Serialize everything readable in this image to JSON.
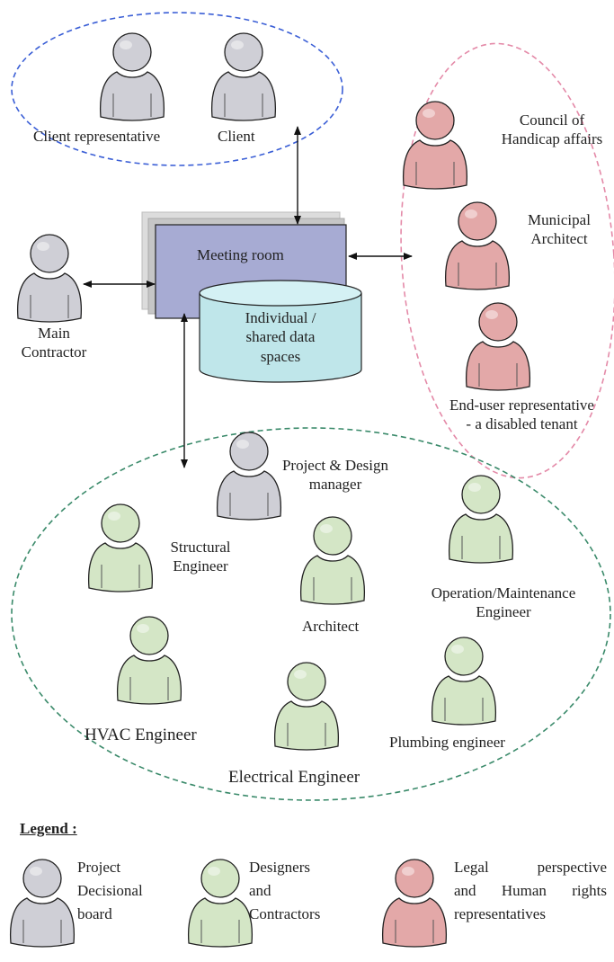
{
  "groups": {
    "client": {
      "client_representative": "Client representative",
      "client": "Client"
    },
    "center": {
      "meeting_room": "Meeting room",
      "data_line1": "Individual /",
      "data_line2": "shared data",
      "data_line3": "spaces"
    },
    "main_contractor": {
      "line1": "Main",
      "line2": "Contractor"
    },
    "legal": {
      "council_line1": "Council of",
      "council_line2": "Handicap affairs",
      "municipal_line1": "Municipal",
      "municipal_line2": "Architect",
      "enduser_line1": "End-user representative",
      "enduser_line2": "- a disabled tenant"
    },
    "designers": {
      "pdm_line1": "Project & Design",
      "pdm_line2": "manager",
      "structural_line1": "Structural",
      "structural_line2": "Engineer",
      "architect": "Architect",
      "operation_line1": "Operation/Maintenance",
      "operation_line2": "Engineer",
      "hvac": "HVAC Engineer",
      "plumbing": "Plumbing engineer",
      "electrical": "Electrical Engineer"
    }
  },
  "legend": {
    "title": "Legend :",
    "items": [
      {
        "line1": "Project",
        "line2": "Decisional",
        "line3": "board"
      },
      {
        "line1": "Designers",
        "line2": "and",
        "line3": "Contractors"
      },
      {
        "line1": "Legal perspective",
        "line2": "and Human rights",
        "line3": "representatives"
      }
    ]
  },
  "colors": {
    "decision_fill": "#cfcfd6",
    "designer_fill": "#d4e6c6",
    "legal_fill": "#e3a8a8",
    "client_ring": "#3b5fd6",
    "legal_ring": "#e48aa8",
    "designer_ring": "#3a8a6a",
    "meeting_room": "#a7abd3",
    "data_cylinder": "#bfe6ea"
  }
}
